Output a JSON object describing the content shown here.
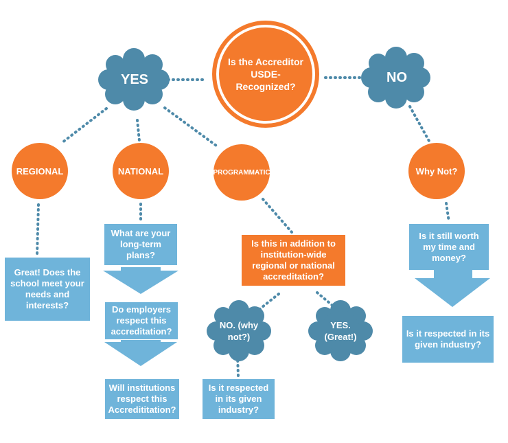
{
  "colors": {
    "orange": "#f47a2c",
    "blue_box": "#6fb4da",
    "cloud": "#4e8aa9",
    "arrow": "#6fb4da",
    "dots": "#4e8aa9"
  },
  "root": {
    "label": "Is the Accreditor USDE-Recognized?"
  },
  "yes_cloud": {
    "label": "YES"
  },
  "no_cloud": {
    "label": "NO"
  },
  "regional": {
    "label": "REGIONAL",
    "box": "Great! Does the school meet your needs and interests?"
  },
  "national": {
    "label": "NATIONAL",
    "q1": "What are your long-term plans?",
    "q2": "Do employers respect this accreditation?",
    "q3": "Will institutions respect this Accredititation?"
  },
  "programmatic": {
    "label": "PROGRAMMATIC",
    "question": "Is this in addition to institution-wide regional or national accreditation?",
    "no_cloud": "NO. (why not?)",
    "yes_cloud": "YES. (Great!)",
    "no_box": "Is it respected in its given industry?"
  },
  "why_not": {
    "label": "Why Not?",
    "q1": "Is it still worth my time and money?",
    "q2": "Is it respected in its given industry?"
  }
}
